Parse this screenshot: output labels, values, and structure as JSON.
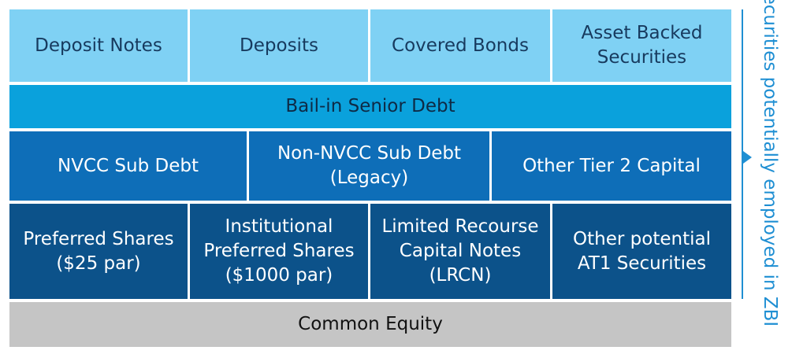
{
  "rows": [
    {
      "cells": [
        {
          "lines": [
            "Deposit Notes"
          ]
        },
        {
          "lines": [
            "Deposits"
          ]
        },
        {
          "lines": [
            "Covered Bonds"
          ]
        },
        {
          "lines": [
            "Asset Backed",
            "Securities"
          ]
        }
      ]
    },
    {
      "cells": [
        {
          "lines": [
            "Bail-in Senior Debt"
          ]
        }
      ]
    },
    {
      "cells": [
        {
          "lines": [
            "NVCC Sub Debt"
          ]
        },
        {
          "lines": [
            "Non-NVCC Sub Debt",
            "(Legacy)"
          ]
        },
        {
          "lines": [
            "Other Tier 2 Capital"
          ]
        }
      ]
    },
    {
      "cells": [
        {
          "lines": [
            "Preferred Shares",
            "($25 par)"
          ]
        },
        {
          "lines": [
            "Institutional",
            "Preferred Shares",
            "($1000 par)"
          ]
        },
        {
          "lines": [
            "Limited Recourse",
            "Capital Notes",
            "(LRCN)"
          ]
        },
        {
          "lines": [
            "Other potential",
            "AT1 Securities"
          ]
        }
      ]
    },
    {
      "cells": [
        {
          "lines": [
            "Common Equity"
          ]
        }
      ]
    }
  ],
  "side_label": "Securities potentially employed in ZBI"
}
